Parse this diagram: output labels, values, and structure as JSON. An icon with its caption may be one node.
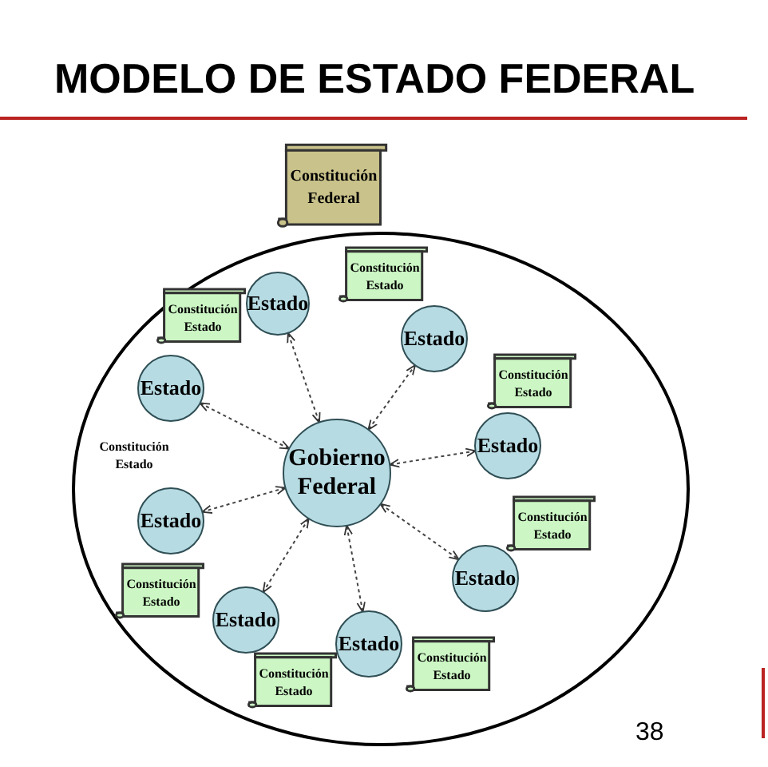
{
  "diagram": {
    "title": "MODELO DE ESTADO FEDERAL",
    "nodes": [
      {
        "text": [
          "Constitución Federal"
        ]
      },
      {
        "text": [],
        "shape": "circle"
      },
      {
        "text": [
          "Constitución Estado"
        ],
        "in": 1
      },
      {
        "text": [
          "Estado"
        ],
        "in": 1
      },
      {
        "text": [
          "Constitución Estado"
        ],
        "in": 1
      },
      {
        "text": [
          "Estado"
        ],
        "in": 1
      },
      {
        "text": [
          "Constitución Estado"
        ],
        "in": 1
      },
      {
        "text": [
          "Estado"
        ],
        "in": 1
      },
      {
        "text": [
          "Estado"
        ],
        "in": 1
      },
      {
        "text": [
          "Gobierno Federal"
        ],
        "in": 1
      },
      {
        "text": [
          "Estado"
        ],
        "in": 1
      },
      {
        "text": [
          "Constitución Estado"
        ],
        "in": 1
      },
      {
        "text": [
          "Estado"
        ],
        "in": 1
      },
      {
        "text": [
          "Constitución Estado"
        ],
        "in": 1
      },
      {
        "text": [
          "Estado"
        ],
        "in": 1
      },
      {
        "text": [
          "Estado"
        ],
        "in": 1
      },
      {
        "text": [
          "Constitución Estado"
        ],
        "in": 1
      },
      {
        "text": [
          "Constitución Estado"
        ],
        "in": 1
      }
    ],
    "edges": [
      {
        "from": 9,
        "to": 3,
        "arrow": "both",
        "style": "dashed"
      },
      {
        "from": 9,
        "to": 5,
        "arrow": "both",
        "style": "dashed"
      },
      {
        "from": 9,
        "to": 7,
        "arrow": "both",
        "style": "dashed"
      },
      {
        "from": 9,
        "to": 8,
        "arrow": "both",
        "style": "dashed"
      },
      {
        "from": 9,
        "to": 10,
        "arrow": "both",
        "style": "dashed"
      },
      {
        "from": 9,
        "to": 12,
        "arrow": "both",
        "style": "dashed"
      },
      {
        "from": 9,
        "to": 14,
        "arrow": "both",
        "style": "dashed"
      },
      {
        "from": 9,
        "to": 15,
        "arrow": "both",
        "style": "dashed"
      }
    ],
    "labels": [
      "Constitución Estado",
      "38"
    ]
  }
}
